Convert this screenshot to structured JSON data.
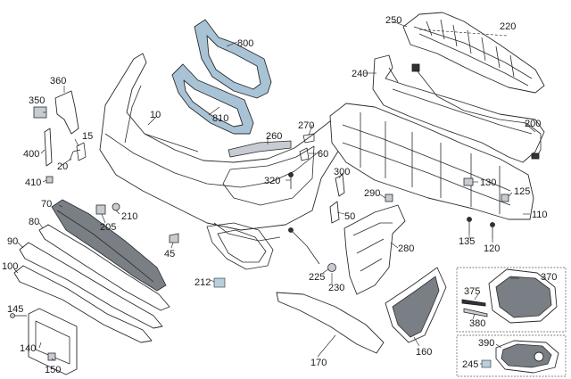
{
  "diagram": {
    "part_numbers": [
      "10",
      "15",
      "20",
      "45",
      "50",
      "60",
      "70",
      "80",
      "90",
      "100",
      "110",
      "120",
      "125",
      "130",
      "135",
      "140",
      "145",
      "150",
      "160",
      "170",
      "200",
      "205",
      "210",
      "212",
      "220",
      "225",
      "230",
      "240",
      "245",
      "250",
      "260",
      "270",
      "280",
      "290",
      "300",
      "320",
      "350",
      "360",
      "370",
      "375",
      "380",
      "390",
      "400",
      "410",
      "800",
      "810"
    ]
  },
  "labels": {
    "p10": "10",
    "p15": "15",
    "p20": "20",
    "p45": "45",
    "p50": "50",
    "p60": "60",
    "p70": "70",
    "p80": "80",
    "p90": "90",
    "p100": "100",
    "p110": "110",
    "p120": "120",
    "p125": "125",
    "p130": "130",
    "p135": "135",
    "p140": "140",
    "p145": "145",
    "p150": "150",
    "p160": "160",
    "p170": "170",
    "p200": "200",
    "p205": "205",
    "p210": "210",
    "p212": "212",
    "p220": "220",
    "p225": "225",
    "p230": "230",
    "p240": "240",
    "p245": "245",
    "p250": "250",
    "p260": "260",
    "p270": "270",
    "p280": "280",
    "p290": "290",
    "p300": "300",
    "p320": "320",
    "p350": "350",
    "p360": "360",
    "p370": "370",
    "p375": "375",
    "p380": "380",
    "p390": "390",
    "p400": "400",
    "p410": "410",
    "p800": "800",
    "p810": "810"
  },
  "colors": {
    "part_highlight_blue": "#a9c3d6",
    "outline": "#2b2b2b",
    "mesh_grey": "#7a7f86"
  }
}
